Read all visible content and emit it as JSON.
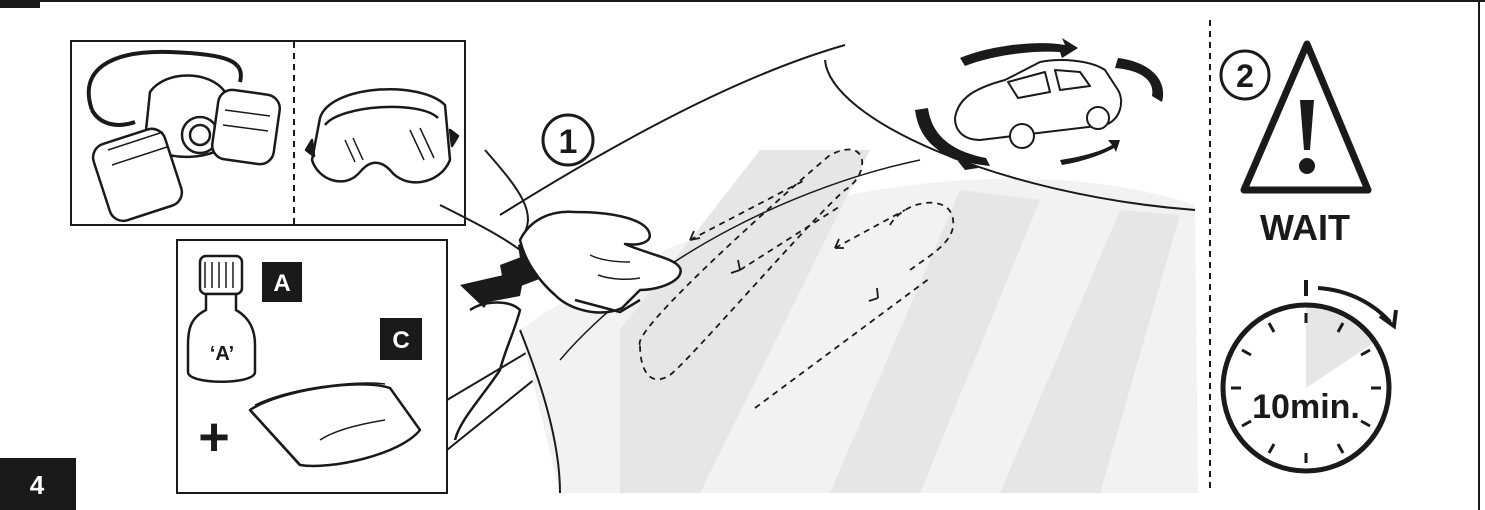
{
  "step_number": "4",
  "step1_marker": "1",
  "step2_marker": "2",
  "product_a_box": "A",
  "bottle_label": "‘A’",
  "cloth_c_box": "C",
  "plus_sign": "+",
  "wait_label": "WAIT",
  "timer_label": "10min.",
  "colors": {
    "ink": "#1a1a1a",
    "background": "#ffffff",
    "shade": "#e6e6e6",
    "label_box": "#1a1a1a"
  }
}
